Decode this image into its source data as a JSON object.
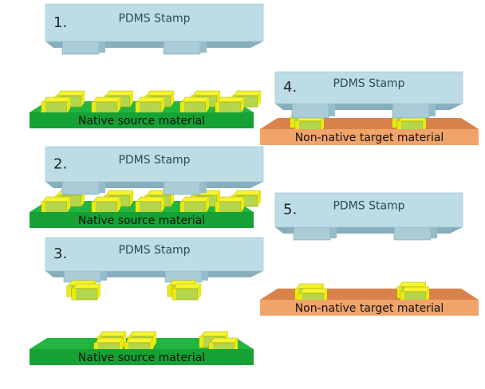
{
  "colors": {
    "stamp_face": "#bcdde6",
    "stamp_bottom": "#86aebd",
    "stamp_post": "#a9ccd7",
    "source_top": "#22b53f",
    "source_front": "#15a133",
    "target_top": "#d9834a",
    "target_front": "#f0a46a",
    "chip_yellow": "#eaea10",
    "chip_face": "#b4d64c"
  },
  "steps": [
    {
      "number": "1.",
      "stamp_label": "PDMS Stamp",
      "material_label": "Native source material"
    },
    {
      "number": "2.",
      "stamp_label": "PDMS Stamp",
      "material_label": "Native source material"
    },
    {
      "number": "3.",
      "stamp_label": "PDMS Stamp",
      "material_label": "Native source material"
    },
    {
      "number": "4.",
      "stamp_label": "PDMS Stamp",
      "material_label": "Non-native target material"
    },
    {
      "number": "5.",
      "stamp_label": "PDMS Stamp",
      "material_label": "Non-native target material"
    }
  ]
}
